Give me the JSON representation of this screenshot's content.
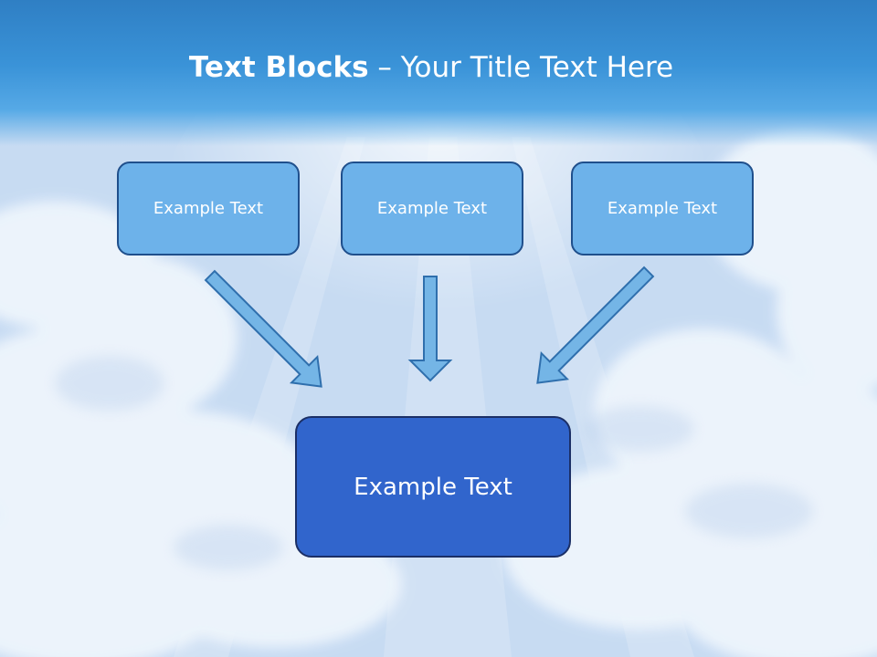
{
  "slide": {
    "title_bold": "Text Blocks",
    "title_separator": " – ",
    "title_rest": "Your Title Text Here"
  },
  "diagram": {
    "top_boxes": [
      {
        "label": "Example Text"
      },
      {
        "label": "Example Text"
      },
      {
        "label": "Example Text"
      }
    ],
    "bottom_box": {
      "label": "Example Text"
    }
  },
  "colors": {
    "title_band": "#3a93d8",
    "top_box_fill": "#6db2ea",
    "top_box_border": "#1f4f8c",
    "bottom_box_fill": "#3165cc",
    "bottom_box_border": "#1b2f66",
    "arrow_fill": "#74b5e6",
    "arrow_stroke": "#2f6fad"
  }
}
